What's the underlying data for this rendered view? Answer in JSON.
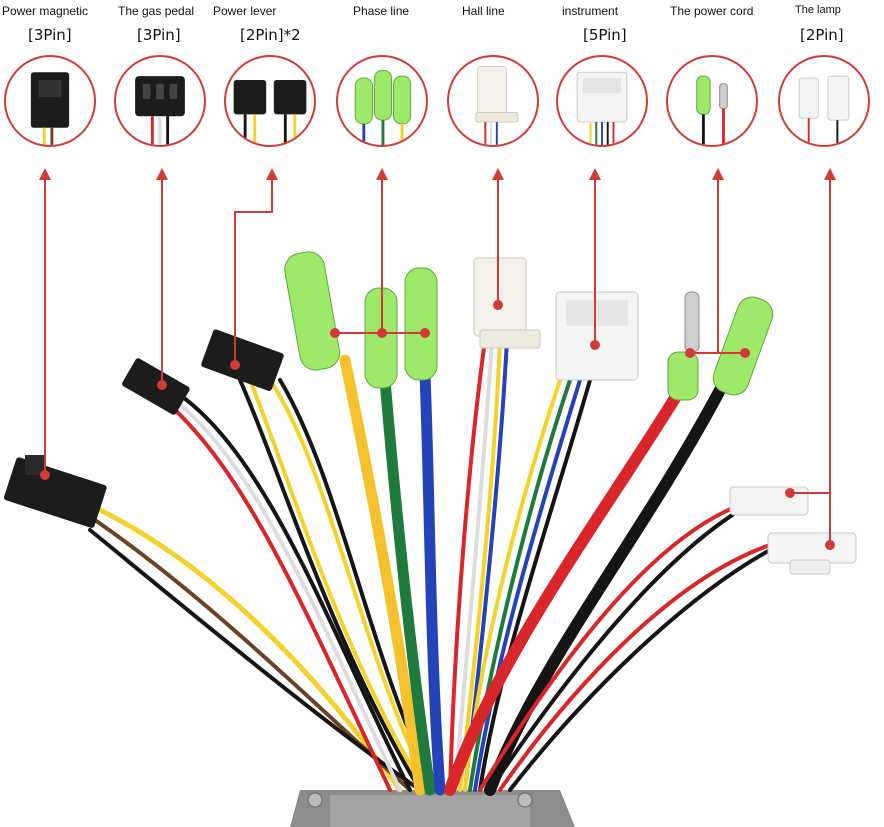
{
  "connectors": [
    {
      "title": "Power magnetic",
      "pins": "[3Pin]"
    },
    {
      "title": "The gas pedal",
      "pins": "[3Pin]"
    },
    {
      "title": "Power lever",
      "pins": "[2Pin]*2"
    },
    {
      "title": "Phase line",
      "pins": ""
    },
    {
      "title": "Hall line",
      "pins": ""
    },
    {
      "title": "instrument",
      "pins": "[5Pin]"
    },
    {
      "title": "The power cord",
      "pins": ""
    },
    {
      "title": "The lamp",
      "pins": "[2Pin]"
    }
  ],
  "colors": {
    "accent": "#d23a3a",
    "connector_black": "#1c1c1c",
    "connector_white": "#f4f1ea",
    "connector_green": "#9ee86a",
    "housing_gray": "#8a8a8a",
    "wire_yellow": "#f2d22b",
    "wire_red": "#d8262a",
    "wire_blue": "#2443b8",
    "wire_green": "#1f7a3d",
    "wire_black": "#151515",
    "wire_white": "#dcdcdc",
    "wire_brown": "#6b4226"
  }
}
